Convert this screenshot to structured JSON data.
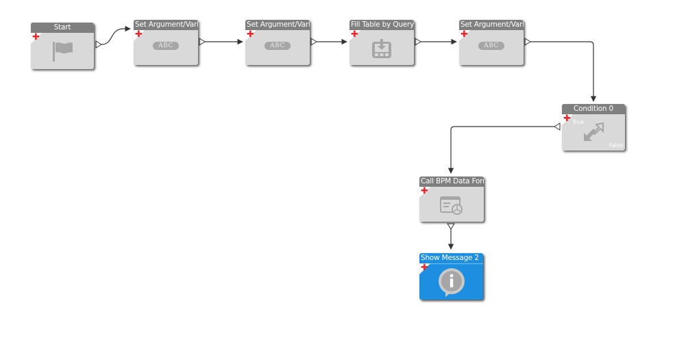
{
  "colors": {
    "node_body": "#d9d9d9",
    "node_header": "#7f7f7f",
    "plus": "#e8242a",
    "selected": "#1e8fe0",
    "connector": "#333333"
  },
  "nodes": {
    "start": {
      "title": "Start",
      "icon": "flag-icon"
    },
    "set_arg_1": {
      "title": "Set Argument/Vari",
      "icon_text": "ABC"
    },
    "set_arg_2": {
      "title": "Set Argument/Vari",
      "icon_text": "ABC"
    },
    "fill_table": {
      "title": "Fill Table by Query",
      "icon": "download-table-icon"
    },
    "set_arg_3": {
      "title": "Set Argument/Vari",
      "icon_text": "ABC"
    },
    "condition": {
      "title": "Condition 0",
      "true_label": "True",
      "false_label": "False",
      "icon": "split-arrows-icon"
    },
    "call_bpm": {
      "title": "Call BPM Data Forr",
      "icon": "form-gear-icon"
    },
    "show_message": {
      "title": "Show Message 2",
      "icon": "info-bubble-icon",
      "selected": true
    }
  },
  "plus_glyph": "✚"
}
